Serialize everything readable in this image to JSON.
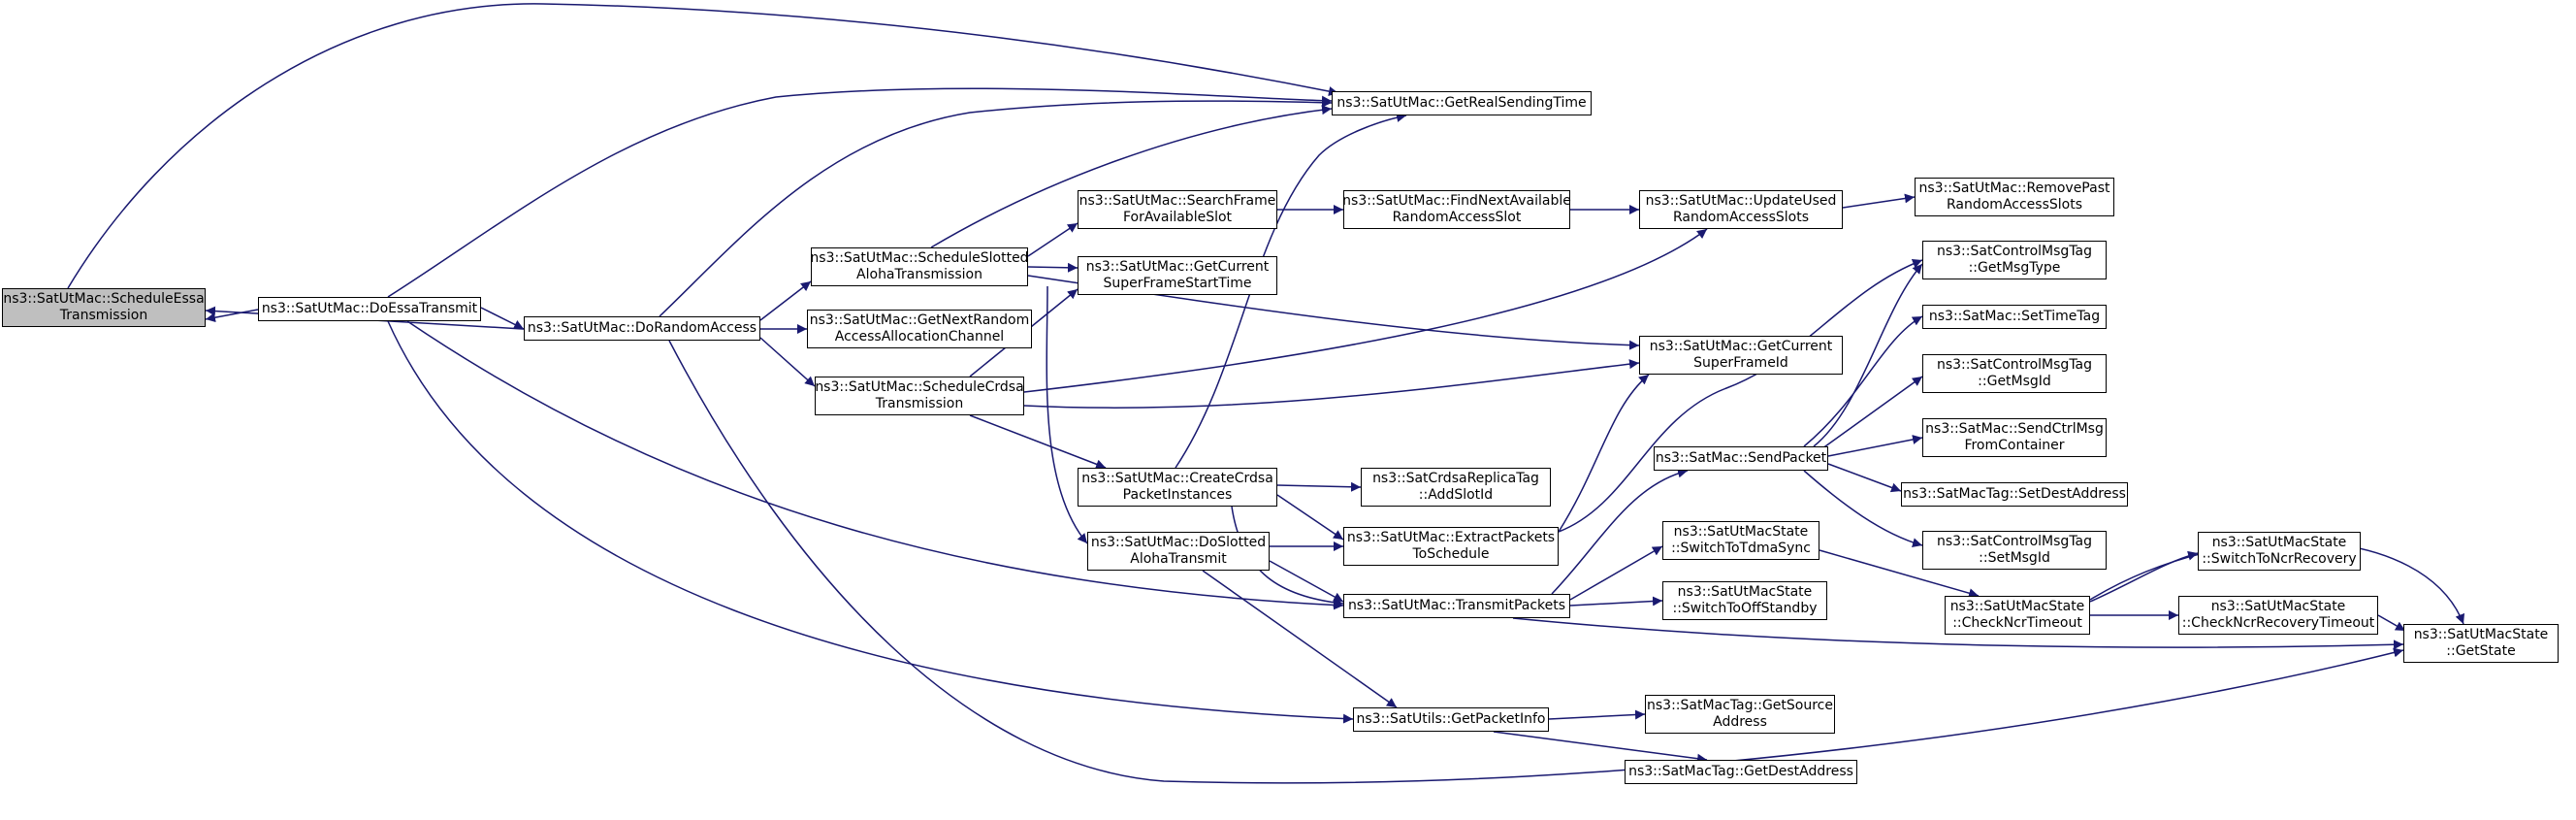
{
  "colors": {
    "edge": "#191970",
    "root_fill": "#bfbfbf",
    "node_fill": "#ffffff",
    "node_border": "#000000"
  },
  "nodes": {
    "n0": "ns3::SatUtMac::ScheduleEssa\nTransmission",
    "n1": "ns3::SatUtMac::DoEssaTransmit",
    "n2": "ns3::SatUtMac::GetRealSendingTime",
    "n3": "ns3::SatUtMac::DoRandomAccess",
    "n4": "ns3::SatUtMac::CreateCrdsa\nPacketInstances",
    "n5": "ns3::SatUtMac::DoSlotted\nAlohaTransmit",
    "n6": "ns3::SatUtMac::TransmitPackets",
    "n7": "ns3::SatUtils::GetPacketInfo",
    "n8": "ns3::SatUtMac::ScheduleSlotted\nAlohaTransmission",
    "n9": "ns3::SatUtMac::GetNextRandom\nAccessAllocationChannel",
    "n10": "ns3::SatUtMac::ScheduleCrdsa\nTransmission",
    "n11": "ns3::SatUtMac::SearchFrame\nForAvailableSlot",
    "n12": "ns3::SatUtMac::GetCurrent\nSuperFrameStartTime",
    "n13": "ns3::SatUtMac::FindNextAvailable\nRandomAccessSlot",
    "n14": "ns3::SatUtMac::UpdateUsed\nRandomAccessSlots",
    "n15": "ns3::SatUtMac::RemovePast\nRandomAccessSlots",
    "n16": "ns3::SatUtMac::GetCurrent\nSuperFrameId",
    "n17": "ns3::SatCrdsaReplicaTag\n::AddSlotId",
    "n18": "ns3::SatUtMac::ExtractPackets\nToSchedule",
    "n19": "ns3::SatControlMsgTag\n::GetMsgType",
    "n20": "ns3::SatMac::SendPacket",
    "n21": "ns3::SatUtMacState\n::SwitchToTdmaSync",
    "n22": "ns3::SatUtMacState\n::SwitchToOffStandby",
    "n23": "ns3::SatUtMacState\n::GetState",
    "n24": "ns3::SatMac::SetTimeTag",
    "n25": "ns3::SatControlMsgTag\n::GetMsgId",
    "n26": "ns3::SatMac::SendCtrlMsg\nFromContainer",
    "n27": "ns3::SatMacTag::SetDestAddress",
    "n28": "ns3::SatControlMsgTag\n::SetMsgId",
    "n29": "ns3::SatUtMacState\n::CheckNcrTimeout",
    "n30": "ns3::SatUtMacState\n::SwitchToNcrRecovery",
    "n31": "ns3::SatUtMacState\n::CheckNcrRecoveryTimeout",
    "n32": "ns3::SatMacTag::GetSource\nAddress",
    "n33": "ns3::SatMacTag::GetDestAddress"
  }
}
